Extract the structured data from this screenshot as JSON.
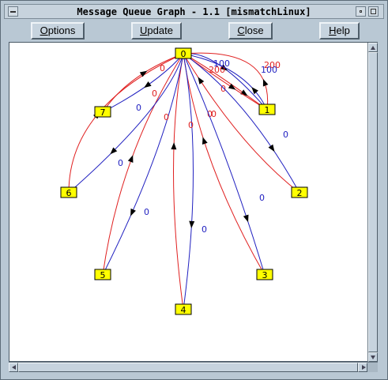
{
  "window": {
    "title": "Message Queue Graph - 1.1 [mismatchLinux]"
  },
  "toolbar": {
    "options_mnemonic": "O",
    "options_rest": "ptions",
    "update_mnemonic": "U",
    "update_rest": "pdate",
    "close_mnemonic": "C",
    "close_rest": "lose",
    "help_mnemonic": "H",
    "help_rest": "elp"
  },
  "graph": {
    "colors": {
      "node_fill": "#ffff00",
      "red_edge": "#e02020",
      "blue_edge": "#2020c0",
      "background": "#ffffff"
    },
    "nodes": [
      {
        "id": "0",
        "label": "0"
      },
      {
        "id": "1",
        "label": "1"
      },
      {
        "id": "2",
        "label": "2"
      },
      {
        "id": "3",
        "label": "3"
      },
      {
        "id": "4",
        "label": "4"
      },
      {
        "id": "5",
        "label": "5"
      },
      {
        "id": "6",
        "label": "6"
      },
      {
        "id": "7",
        "label": "7"
      }
    ],
    "edges": [
      {
        "from": "0",
        "to": "1",
        "label": "100",
        "color": "blue"
      },
      {
        "from": "1",
        "to": "0",
        "label": "200",
        "color": "red"
      },
      {
        "from": "0",
        "to": "1",
        "label": "200",
        "color": "red"
      },
      {
        "from": "1",
        "to": "0",
        "label": "100",
        "color": "blue"
      },
      {
        "from": "0",
        "to": "1",
        "label": "0",
        "color": "red"
      },
      {
        "from": "0",
        "to": "2",
        "label": "0",
        "color": "blue"
      },
      {
        "from": "2",
        "to": "0",
        "label": "0",
        "color": "red"
      },
      {
        "from": "0",
        "to": "3",
        "label": "0",
        "color": "blue"
      },
      {
        "from": "3",
        "to": "0",
        "label": "0",
        "color": "red"
      },
      {
        "from": "0",
        "to": "4",
        "label": "0",
        "color": "blue"
      },
      {
        "from": "4",
        "to": "0",
        "label": "0",
        "color": "red"
      },
      {
        "from": "0",
        "to": "5",
        "label": "0",
        "color": "blue"
      },
      {
        "from": "5",
        "to": "0",
        "label": "0",
        "color": "red"
      },
      {
        "from": "0",
        "to": "6",
        "label": "0",
        "color": "blue"
      },
      {
        "from": "6",
        "to": "0",
        "label": "0",
        "color": "red"
      },
      {
        "from": "7",
        "to": "0",
        "label": "0",
        "color": "red"
      },
      {
        "from": "0",
        "to": "7",
        "label": "0",
        "color": "blue"
      }
    ]
  }
}
